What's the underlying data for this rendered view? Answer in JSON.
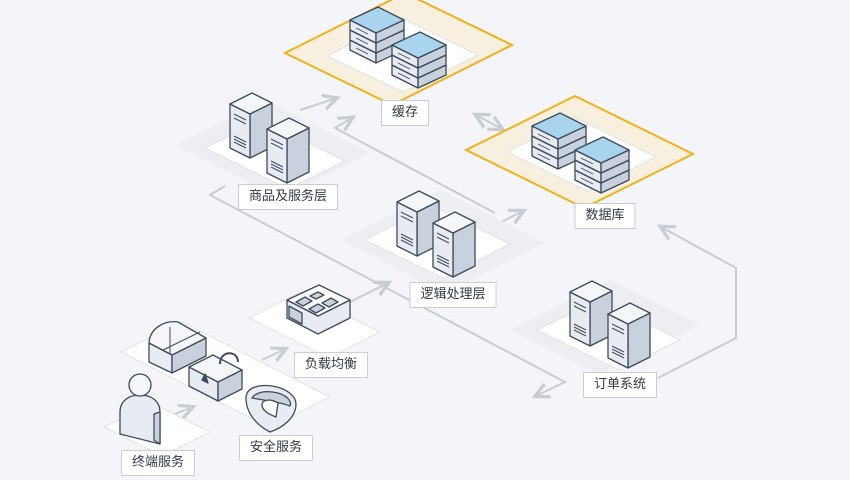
{
  "colors": {
    "background": "#f4f5f8",
    "connector": "#c8ccd3",
    "highlight_border": "#f2b11c",
    "highlight_fill": "#f7f0de",
    "server_face": "#e8ecf2",
    "server_side": "#c9d1dc",
    "drum_top": "#a9d4ee",
    "outline": "#3f4b5c"
  },
  "nodes": {
    "cache": {
      "label": "缓存"
    },
    "database": {
      "label": "数据库"
    },
    "goods": {
      "label": "商品及服务层"
    },
    "logic": {
      "label": "逻辑处理层"
    },
    "order": {
      "label": "订单系统"
    },
    "lb": {
      "label": "负载均衡"
    },
    "security": {
      "label": "安全服务"
    },
    "terminal": {
      "label": "终端服务"
    }
  },
  "icons": {
    "cache": "database-stack-icon",
    "database": "database-stack-icon",
    "goods": "server-tower-icon",
    "logic": "server-tower-icon",
    "order": "server-tower-icon",
    "lb": "load-balancer-icon",
    "security": "firewall-lock-shield-icon",
    "terminal": "user-icon"
  },
  "connections": [
    {
      "from": "terminal",
      "to": "security"
    },
    {
      "from": "security",
      "to": "lb"
    },
    {
      "from": "lb",
      "to": "logic"
    },
    {
      "from": "logic",
      "to": "database"
    },
    {
      "from": "logic",
      "to": "cache"
    },
    {
      "from": "goods",
      "to": "cache"
    },
    {
      "from": "goods",
      "to": "order"
    },
    {
      "from": "order",
      "to": "database"
    },
    {
      "from": "cache",
      "to": "database",
      "bidirectional": true
    }
  ]
}
